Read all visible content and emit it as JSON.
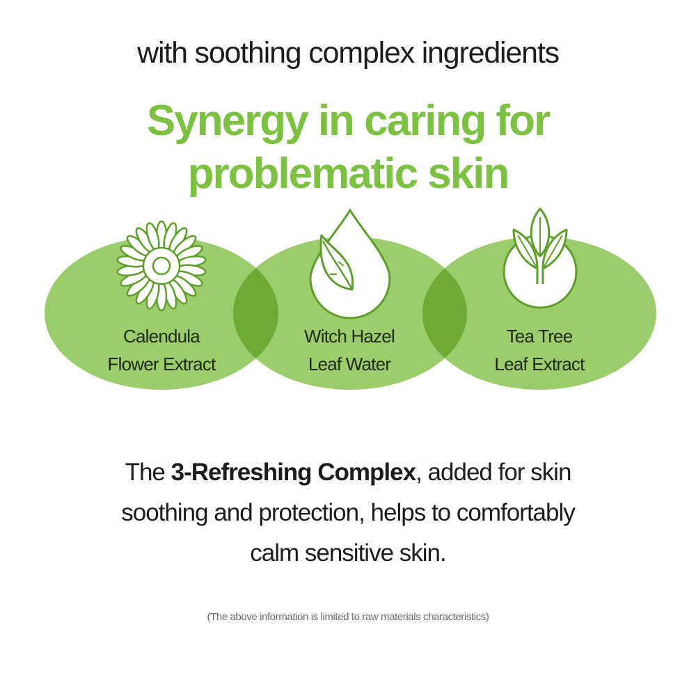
{
  "subtitle": "with soothing complex ingredients",
  "headline": {
    "line1": "Synergy in caring for",
    "line2": "problematic skin"
  },
  "ingredients": [
    {
      "line1": "Calendula",
      "line2": "Flower Extract",
      "icon": "calendula-flower-icon"
    },
    {
      "line1": "Witch Hazel",
      "line2": "Leaf Water",
      "icon": "water-drop-leaf-icon"
    },
    {
      "line1": "Tea Tree",
      "line2": "Leaf Extract",
      "icon": "tea-tree-leaves-icon"
    }
  ],
  "body": {
    "prefix": "The ",
    "highlight": "3-Refreshing Complex",
    "line1_rest": ", added for skin",
    "line2": "soothing and protection, helps to comfortably",
    "line3": "calm sensitive skin."
  },
  "note": "(The above information is limited to raw materials characteristics)",
  "colors": {
    "headline": "#7dc142",
    "circle_fill": "#9ccd6d",
    "overlap_fill": "#6faa35",
    "icon_stroke": "#5d9d2a"
  }
}
